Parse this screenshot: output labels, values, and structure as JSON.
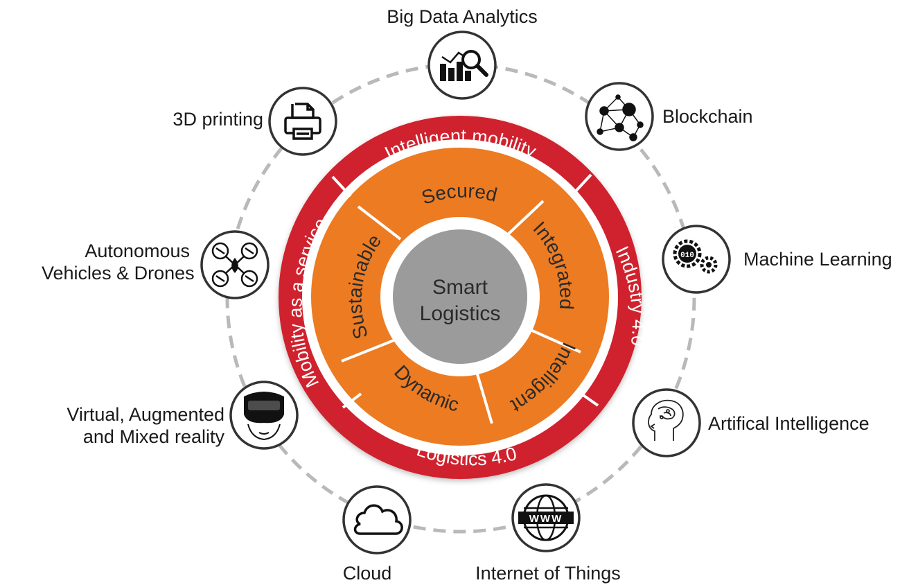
{
  "center": {
    "line1": "Smart",
    "line2": "Logistics"
  },
  "inner_ring": [
    "Secured",
    "Integrated",
    "Intelligent",
    "Dynamic",
    "Sustainable"
  ],
  "outer_ring": [
    "Intelligent mobility",
    "Industry 4.0",
    "Logistics 4.0",
    "Mobility as a service"
  ],
  "technologies": {
    "big_data": {
      "label": "Big Data Analytics",
      "icon": "analytics-icon"
    },
    "blockchain": {
      "label": "Blockchain",
      "icon": "network-icon"
    },
    "machine_learning": {
      "label": "Machine Learning",
      "icon": "gears-icon"
    },
    "ai": {
      "label": "Artifical Intelligence",
      "icon": "brain-icon"
    },
    "iot": {
      "label": "Internet of Things",
      "icon": "globe-www-icon"
    },
    "cloud": {
      "label": "Cloud",
      "icon": "cloud-icon"
    },
    "vr": {
      "label1": "Virtual, Augmented",
      "label2": "and Mixed reality",
      "icon": "vr-headset-icon"
    },
    "drones": {
      "label1": "Autonomous",
      "label2": "Vehicles & Drones",
      "icon": "drone-icon"
    },
    "printing": {
      "label": "3D printing",
      "icon": "printer-icon"
    }
  },
  "colors": {
    "outer_red": "#d0222d",
    "inner_orange": "#ec7b22",
    "center_gray": "#9c9b9b",
    "dashed": "#b9b9b9"
  }
}
